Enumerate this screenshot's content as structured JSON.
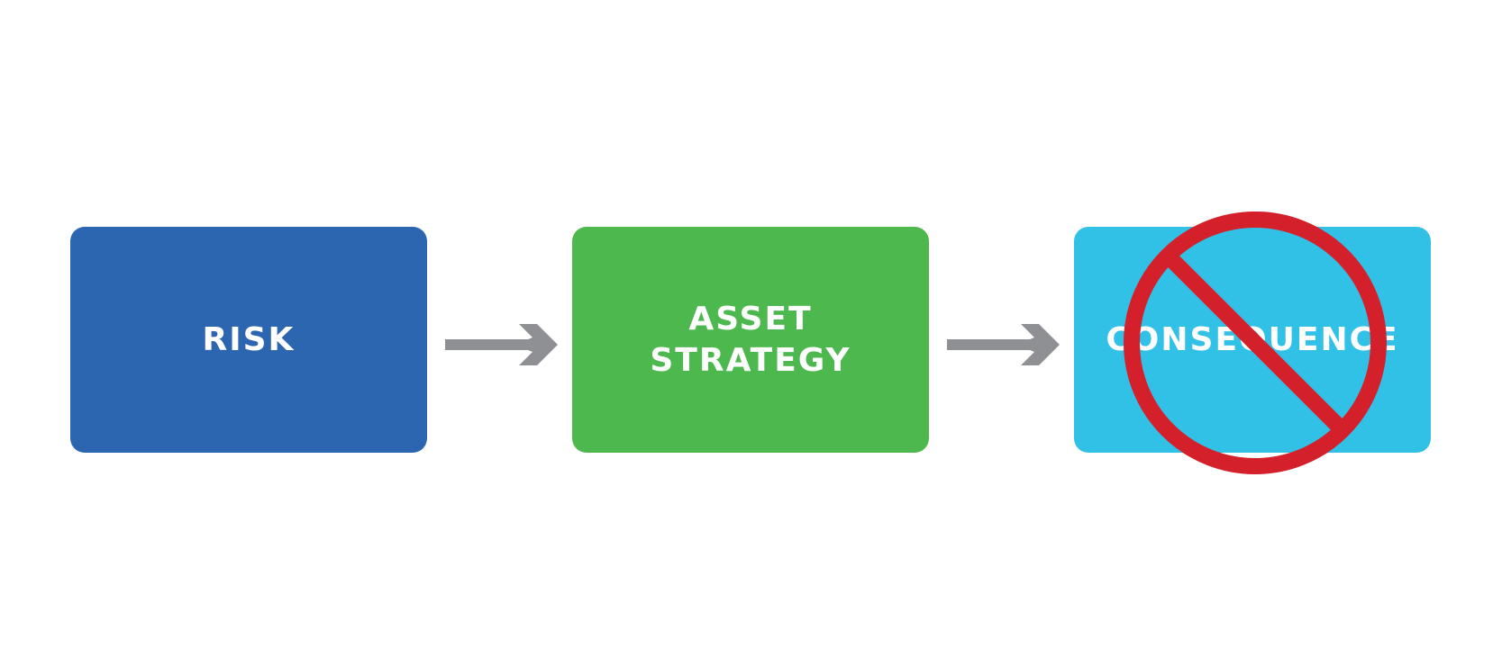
{
  "nodes": [
    {
      "id": "risk",
      "label": "RISK",
      "color": "#2c66b0"
    },
    {
      "id": "asset-strategy",
      "label": "ASSET\nSTRATEGY",
      "color": "#4cb84d"
    },
    {
      "id": "consequence",
      "label": "CONSEQUENCE",
      "color": "#31c1e7"
    }
  ],
  "edges": [
    {
      "from": "risk",
      "to": "asset-strategy"
    },
    {
      "from": "asset-strategy",
      "to": "consequence"
    }
  ],
  "colors": {
    "arrow": "#8f9093",
    "prohibition": "#d4202a",
    "text": "#ffffff"
  },
  "icons": {
    "overlay": "prohibition-sign-icon",
    "connector": "arrow-right-icon"
  }
}
